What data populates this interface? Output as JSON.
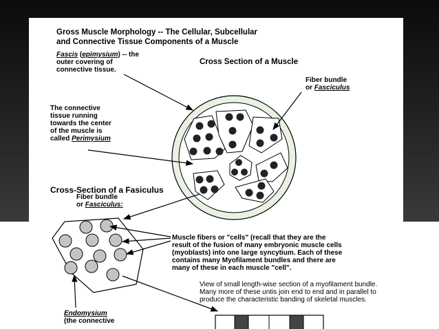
{
  "title": {
    "line1": "Gross Muscle Morphology -- The Cellular, Subcellular",
    "line2": "and Connective Tissue Components of a Muscle"
  },
  "fascis": {
    "term": "Fascis",
    "paren_open": " (",
    "term2": "epimysium",
    "after": ") -- the",
    "line2": "outer covering of",
    "line3": "connective tissue."
  },
  "cross_section_muscle": "Cross Section of a Muscle",
  "fiber_bundle_top": {
    "line1": "Fiber bundle",
    "prefix": "or ",
    "term": "Fasciculus"
  },
  "perimysium": {
    "line1": "The connective",
    "line2": "tissue running",
    "line3": "towards the center",
    "line4": "of the muscle is",
    "prefix": "called ",
    "term": "Perimysium"
  },
  "cross_section_fasiculus": "Cross-Section of a Fasiculus",
  "fiber_bundle_mid": {
    "line1": "Fiber bundle",
    "prefix": "or ",
    "term": "Fasciculus:"
  },
  "muscle_fibers": {
    "line1": "Muscle fibers or \"cells\" (recall that they are the",
    "line2": "result of the fusion of many embryonic muscle cells",
    "line3": "(myoblasts) into one large syncytium.  Each of these",
    "line4": "contains many Myofilament bundles and  there are",
    "line5": "many of these in each muscle \"cell\"."
  },
  "view_small": {
    "line1": "View of small length-wise section of a myofilament bundle.",
    "line2": "Many more of these untis join end to end and in parallel to",
    "line3": "produce the characteristic banding of skeletal muscles."
  },
  "endomysium": {
    "term": "Endomysium",
    "line2": "(the connective"
  },
  "colors": {
    "fiber_fill": "#c4c4c4",
    "ring_fill": "#e8f1e4",
    "dot_fill": "#222222",
    "slide_bg": "#ffffff"
  }
}
